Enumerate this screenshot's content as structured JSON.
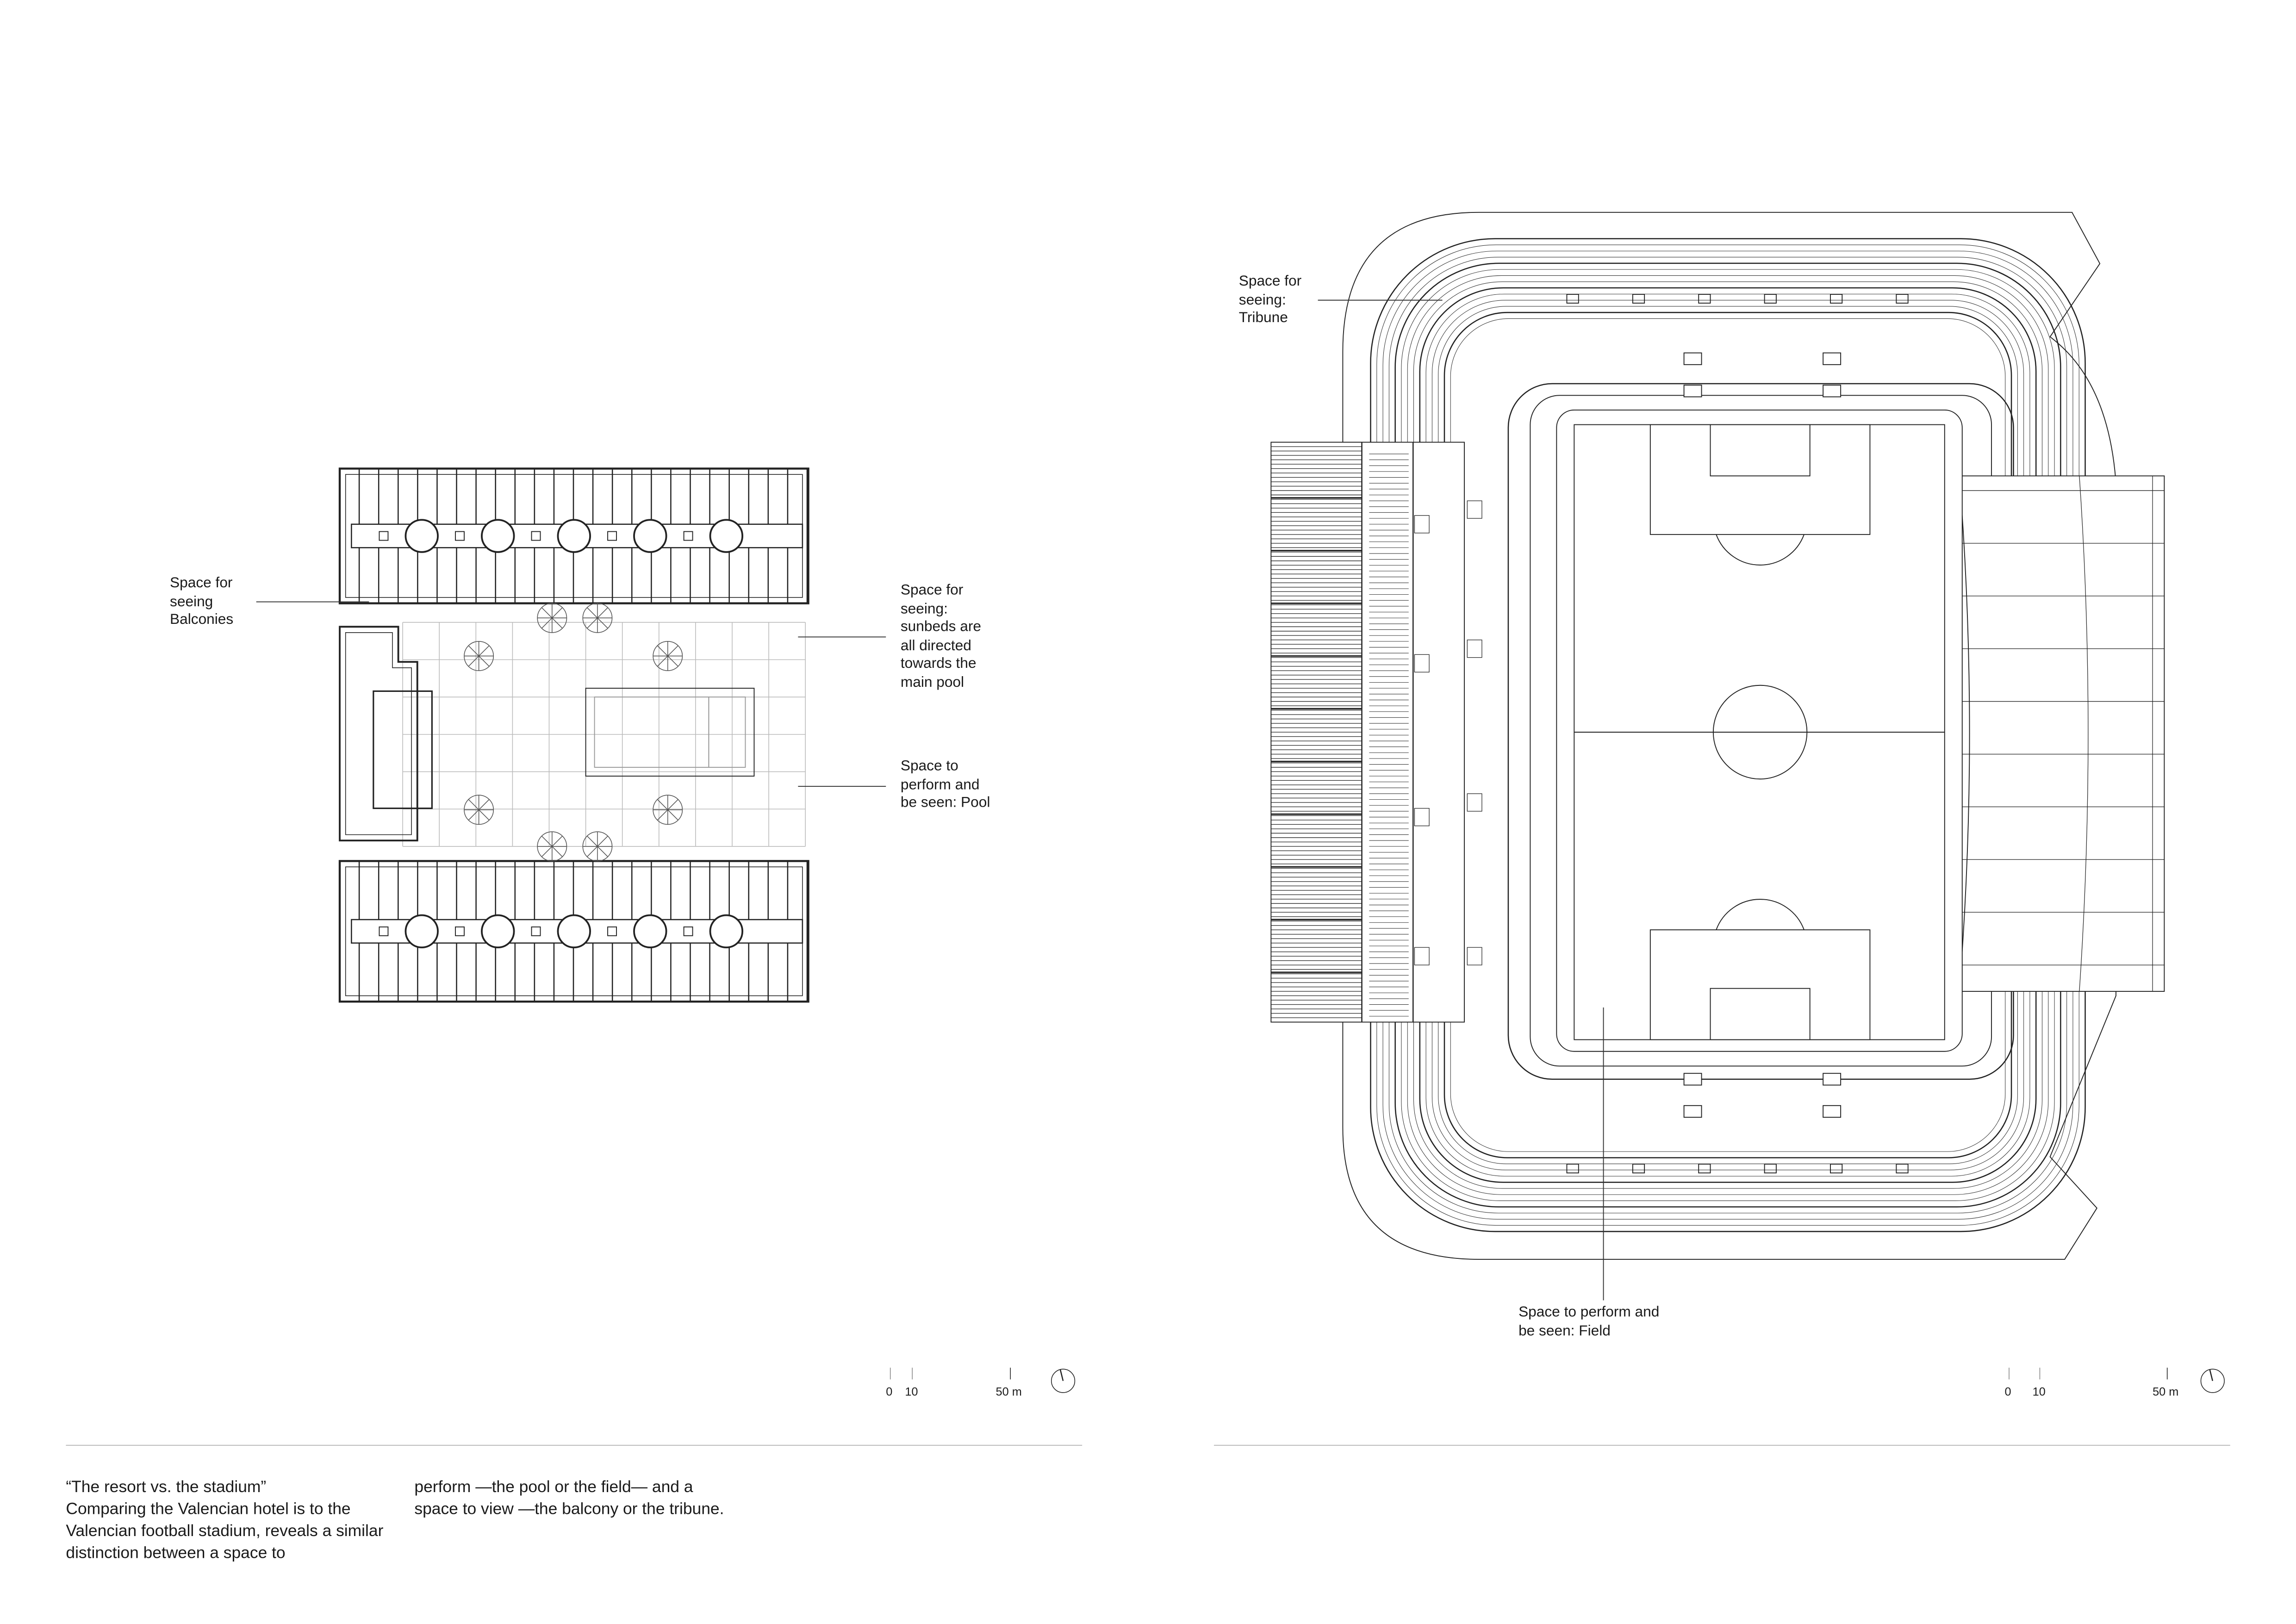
{
  "hotel": {
    "label_balconies": "Space for\nseeing\nBalconies",
    "label_sunbeds": "Space for\nseeing:\nsunbeds are\nall directed\ntowards the\nmain pool",
    "label_pool": "Space to\nperform and\nbe seen: Pool",
    "scale": {
      "zero": "0",
      "ten": "10",
      "fifty": "50 m"
    }
  },
  "stadium": {
    "label_tribune": "Space for\nseeing:\nTribune",
    "label_field": "Space to perform and\nbe seen: Field",
    "scale": {
      "zero": "0",
      "ten": "10",
      "fifty": "50 m"
    }
  },
  "caption": {
    "title": "“The resort vs. the stadium”",
    "col1": "Comparing the Valencian hotel is to the Valencian football stadium, reveals a similar distinction between a space to",
    "col2": "perform —the pool or the field— and a space to view —the balcony or the tribune."
  }
}
